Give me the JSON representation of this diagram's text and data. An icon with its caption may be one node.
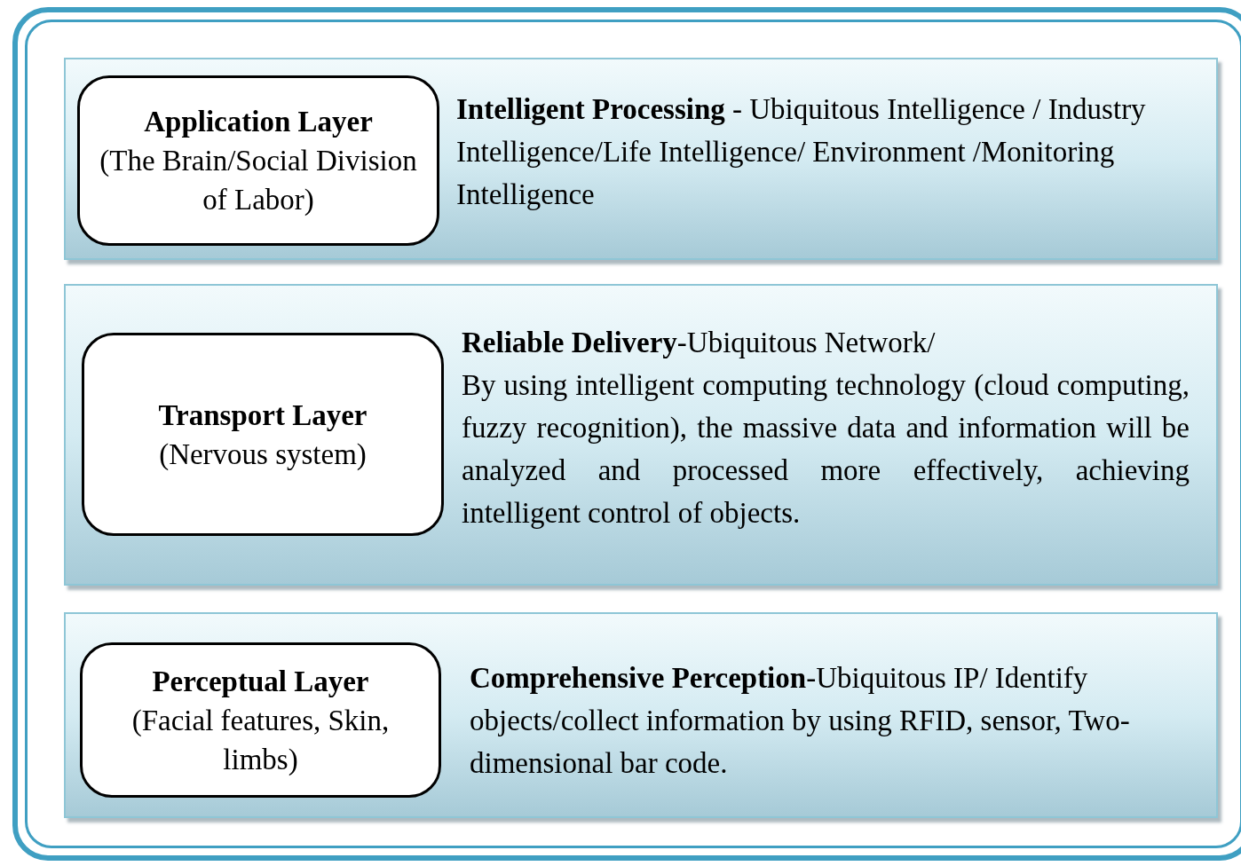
{
  "diagram": {
    "nodes": [
      {
        "text": [
          "**Intelligent Processing** - Ubiquitous Intelligence / Industry Intelligence/Life Intelligence/ Environment /Monitoring Intelligence"
        ]
      },
      {
        "text": [
          "Application Layer",
          "(The Brain/Social Division of Labor)"
        ],
        "in": 0
      },
      {
        "text": [
          "**Reliable Delivery**-Ubiquitous Network/",
          "By using intelligent computing technology (cloud computing, fuzzy recognition), the massive data and information will be analyzed and processed more effectively, achieving intelligent control of objects."
        ]
      },
      {
        "text": [
          "Transport Layer",
          "(Nervous system)"
        ],
        "in": 2
      },
      {
        "text": [
          "**Comprehensive Perception**-Ubiquitous IP/ Identify objects/collect information by using RFID, sensor, Two-dimensional bar code."
        ]
      },
      {
        "text": [
          "Perceptual Layer",
          "(Facial features, Skin, limbs)"
        ],
        "in": 4
      }
    ]
  }
}
